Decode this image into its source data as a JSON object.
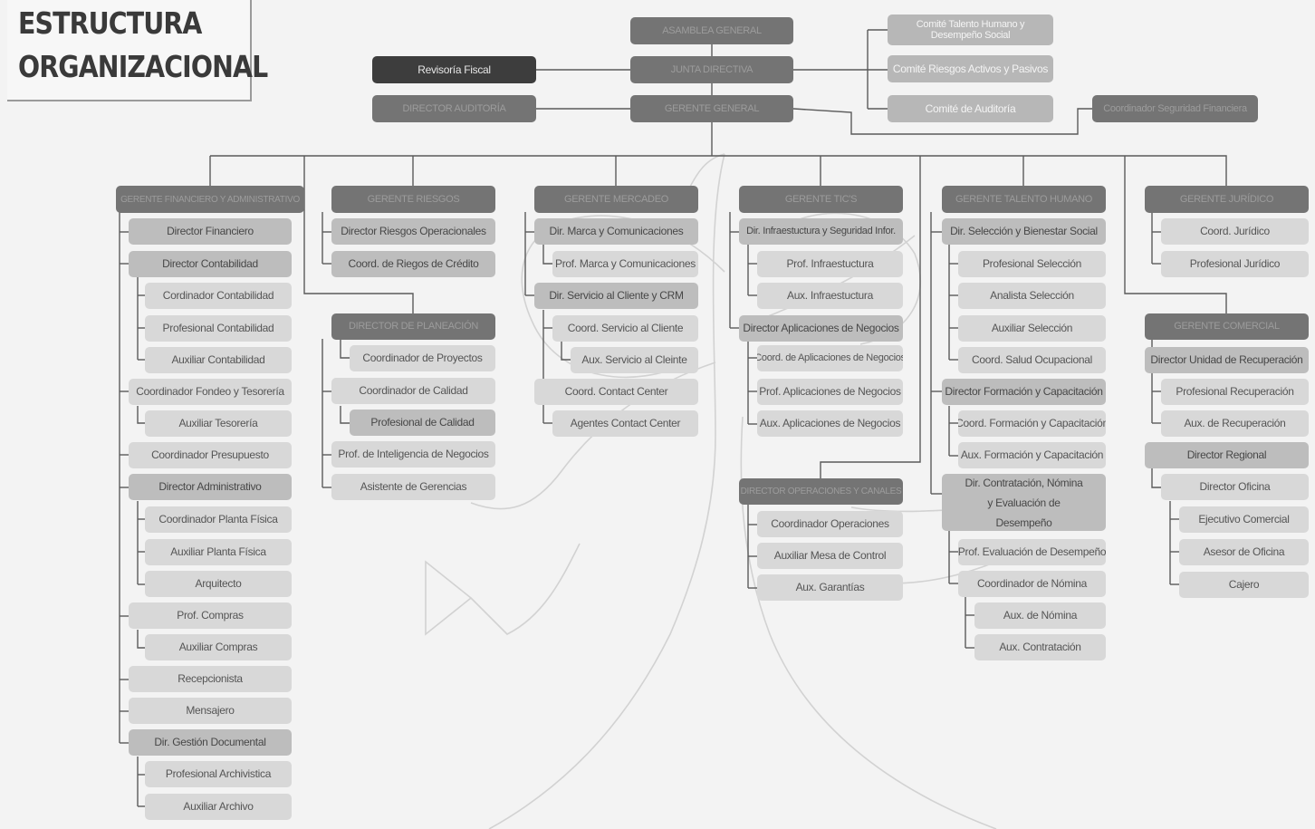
{
  "title": {
    "line1": "ESTRUCTURA",
    "line2": "ORGANIZACIONAL"
  },
  "top": {
    "asamblea": "ASAMBLEA GENERAL",
    "junta": "JUNTA DIRECTIVA",
    "gerente_general": "GERENTE GENERAL",
    "revisoria": "Revisoría Fiscal",
    "auditoria": "DIRECTOR AUDITORÍA",
    "comite_talento": "Comité Talento Humano y Desempeño Social",
    "comite_riesgos": "Comité Riesgos Activos y Pasivos",
    "comite_auditoria": "Comité de Auditoría",
    "seguridad": "Coordinador Seguridad Financiera"
  },
  "col1": {
    "head": "GERENTE FINANCIERO Y ADMINISTRATIVO",
    "items": [
      "Director Financiero",
      "Director Contabilidad",
      "Cordinador Contabilidad",
      "Profesional Contabilidad",
      "Auxiliar Contabilidad",
      "Coordinador Fondeo y Tesorería",
      "Auxiliar Tesorería",
      "Coordinador Presupuesto",
      "Director Administrativo",
      "Coordinador Planta Física",
      "Auxiliar Planta Física",
      "Arquitecto",
      "Prof. Compras",
      "Auxiliar Compras",
      "Recepcionista",
      "Mensajero",
      "Dir. Gestión Documental",
      "Profesional Archivistica",
      "Auxiliar Archivo"
    ]
  },
  "col2": {
    "head": "GERENTE RIESGOS",
    "items": [
      "Director Riesgos Operacionales",
      "Coord. de Riegos de Crédito"
    ],
    "head2": "DIRECTOR DE PLANEACIÓN",
    "items2": [
      "Coordinador de Proyectos",
      "Coordinador de Calidad",
      "Profesional de Calidad",
      "Prof. de Inteligencia de Negocios",
      "Asistente de Gerencias"
    ]
  },
  "col3": {
    "head": "GERENTE MERCADEO",
    "items": [
      "Dir. Marca y Comunicaciones",
      "Prof. Marca y Comunicaciones",
      "Dir. Servicio al Cliente y CRM",
      "Coord. Servicio al Cliente",
      "Aux. Servicio al Cleinte",
      "Coord. Contact Center",
      "Agentes Contact Center"
    ]
  },
  "col4": {
    "head": "GERENTE TIC'S",
    "items": [
      "Dir. Infraestuctura y Seguridad Infor.",
      "Prof. Infraestuctura",
      "Aux. Infraestuctura",
      "Director Aplicaciones de Negocios",
      "Coord. de Aplicaciones de Negocios",
      "Prof. Aplicaciones de Negocios",
      "Aux. Aplicaciones de Negocios"
    ],
    "head2": "DIRECTOR OPERACIONES Y CANALES",
    "items2": [
      "Coordinador Operaciones",
      "Auxiliar Mesa de Control",
      "Aux. Garantías"
    ]
  },
  "col5": {
    "head": "GERENTE TALENTO HUMANO",
    "items": [
      "Dir. Selección y Bienestar Social",
      "Profesional Selección",
      "Analista Selección",
      "Auxiliar Selección",
      "Coord. Salud Ocupacional",
      "Director Formación y Capacitación",
      "Coord. Formación y Capacitación",
      "Aux. Formación y Capacitación",
      "Dir. Contratación, Nómina y Evaluación de Desempeño",
      "Prof. Evaluación de Desempeño",
      "Coordinador de Nómina",
      "Aux. de Nómina",
      "Aux. Contratación"
    ]
  },
  "col6": {
    "head": "GERENTE JURÍDICO",
    "items": [
      "Coord. Jurídico",
      "Profesional Jurídico"
    ],
    "head2": "GERENTE COMERCIAL",
    "items2": [
      "Director Unidad de Recuperación",
      "Profesional Recuperación",
      "Aux. de Recuperación",
      "Director Regional",
      "Director Oficina",
      "Ejecutivo Comercial",
      "Asesor de Oficina",
      "Cajero"
    ]
  }
}
